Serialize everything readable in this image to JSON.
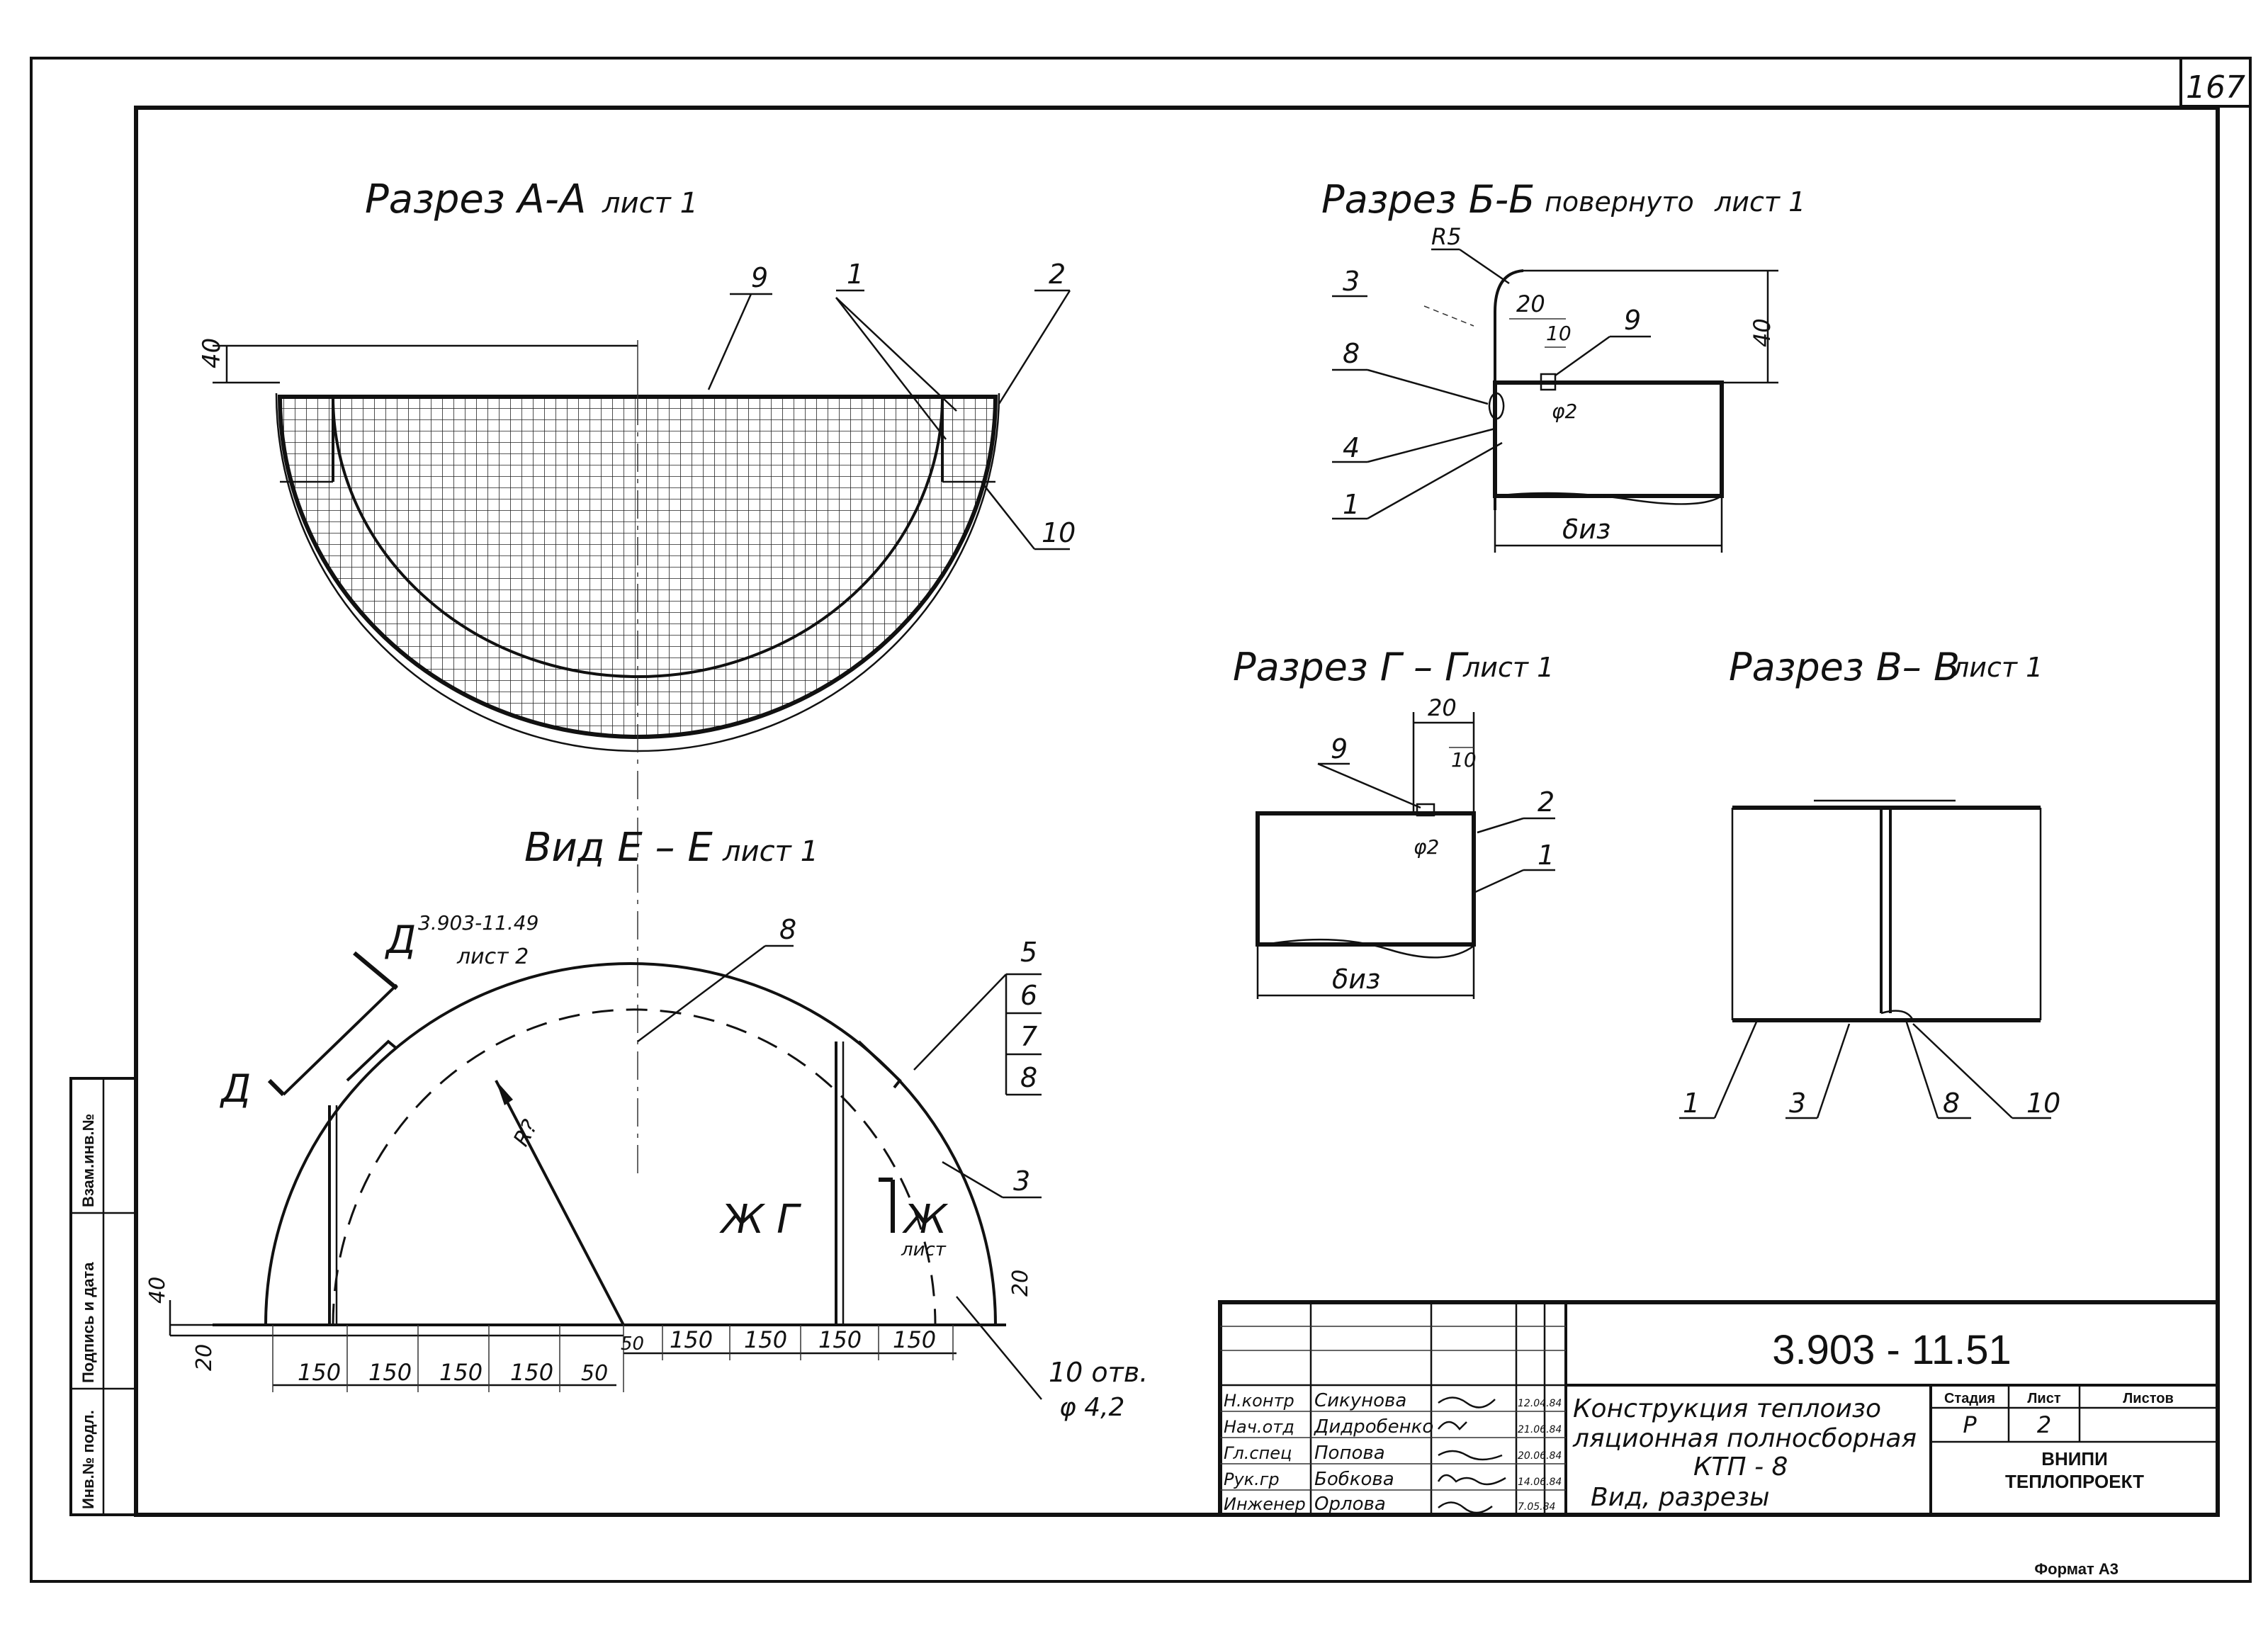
{
  "sheet_number": "167",
  "format_label": "Формат А3",
  "side_stamp": [
    "Инв.№ подл.",
    "Подпись и дата",
    "Взам.инв.№"
  ],
  "views": {
    "section_aa": {
      "title": "Разрез А-А",
      "sheet": "лист 1",
      "dims": {
        "d40": "40"
      },
      "callouts": [
        "9",
        "1",
        "2",
        "10"
      ]
    },
    "section_bb": {
      "title": "Разрез Б-Б",
      "note": "повернуто",
      "sheet": "лист 1",
      "dims": {
        "r5": "R5",
        "d20": "20",
        "d10": "10",
        "d40": "40",
        "phi2": "φ2",
        "b_iz": "δиз"
      },
      "callouts": [
        "3",
        "8",
        "4",
        "1",
        "9"
      ]
    },
    "section_gg": {
      "title": "Разрез Г – Г",
      "sheet": "лист 1",
      "dims": {
        "d20": "20",
        "d10": "10",
        "phi2": "φ2",
        "b_iz": "δиз"
      },
      "callouts": [
        "9",
        "2",
        "1"
      ]
    },
    "section_vv": {
      "title": "Разрез В– В",
      "sheet": "лист 1",
      "callouts": [
        "1",
        "3",
        "8",
        "10"
      ]
    },
    "view_ee": {
      "title": "Вид Е – Е",
      "sheet": "лист 1",
      "ref_mark": "Д",
      "ref_doc": "3.903-11.49",
      "ref_sheet": "лист 2",
      "radius_label": "R?",
      "zh_left": "Ж Г",
      "zh_right": "Ж",
      "zh_right_sheet": "лист",
      "callouts": [
        "8",
        "5",
        "6",
        "7",
        "8",
        "3"
      ],
      "dims": {
        "d40": "40",
        "d20_left": "20",
        "d20_right": "20",
        "d50a": "50",
        "d50b": "50",
        "left_spans": [
          "150",
          "150",
          "150",
          "150"
        ],
        "right_spans": [
          "150",
          "150",
          "150",
          "150"
        ]
      },
      "holes_note": [
        "10 отв.",
        "φ 4,2"
      ]
    }
  },
  "title_block": {
    "doc_code": "3.903 - 11.51",
    "title_lines": [
      "Конструкция теплоизо",
      "ляционная полносборная",
      "КТП - 8",
      "Вид, разрезы"
    ],
    "stage_header": "Стадия",
    "sheet_header": "Лист",
    "sheets_header": "Листов",
    "stage": "Р",
    "sheet": "2",
    "org": [
      "ВНИПИ",
      "ТЕПЛОПРОЕКТ"
    ],
    "signers": [
      {
        "role": "Н.контр",
        "name": "Сикунова",
        "date": "12.04.84"
      },
      {
        "role": "Нач.отд",
        "name": "Дидробенко",
        "date": "21.06.84"
      },
      {
        "role": "Гл.спец",
        "name": "Попова",
        "date": "20.06.84"
      },
      {
        "role": "Рук.гр",
        "name": "Бобкова",
        "date": "14.06.84"
      },
      {
        "role": "Инженер",
        "name": "Орлова",
        "date": "7.05.84"
      }
    ]
  }
}
